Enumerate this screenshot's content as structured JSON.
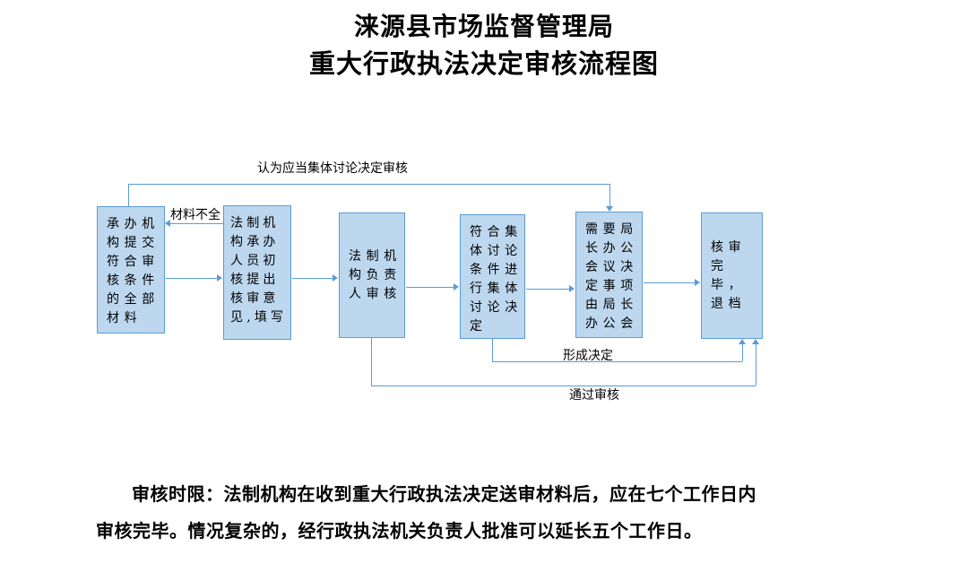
{
  "title": {
    "line1": "涞源县市场监督管理局",
    "line2": "重大行政执法决定审核流程图"
  },
  "boxes": [
    {
      "id": "submit-materials",
      "label": "承办机构提交符合审核条件的全部材料"
    },
    {
      "id": "initial-review",
      "label": "法制机构承办人员初核提出核审意见,填写"
    },
    {
      "id": "legal-head-review",
      "label": "法制机构负责人审核"
    },
    {
      "id": "collective-discussion",
      "label": "符合集体讨论条件进行集体讨论决定"
    },
    {
      "id": "directors-meeting",
      "label": "需要局长办公会议决定事项由局长办公会"
    },
    {
      "id": "archive",
      "label": "核审完毕，退档"
    }
  ],
  "edge_labels": {
    "collective_review": "认为应当集体讨论决定审核",
    "incomplete_materials": "材料不全",
    "decision_formed": "形成决定",
    "review_passed": "通过审核"
  },
  "footer": {
    "line1": "审核时限：法制机构在收到重大行政执法决定送审材料后，应在七个工作日内",
    "line2": "审核完毕。情况复杂的，经行政执法机关负责人批准可以延长五个工作日。"
  },
  "colors": {
    "box_fill": "#BDD7EE",
    "box_border": "#5B9BD5",
    "line": "#5B9BD5",
    "text": "#000000"
  }
}
